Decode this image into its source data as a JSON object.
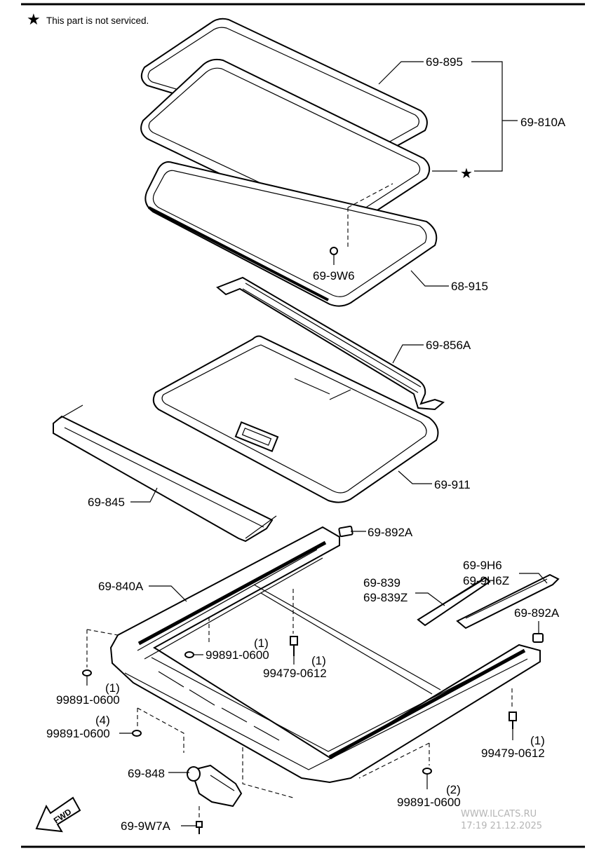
{
  "note": {
    "symbol": "★",
    "text": "This part is not serviced."
  },
  "labels": {
    "l_69_895": "69-895",
    "l_69_810A": "69-810A",
    "l_69_9W6": "69-9W6",
    "l_68_915": "68-915",
    "l_69_856A": "69-856A",
    "l_69_911": "69-911",
    "l_69_845": "69-845",
    "l_69_892A_top": "69-892A",
    "l_69_9H6": "69-9H6",
    "l_69_9H6Z": "69-9H6Z",
    "l_69_840A": "69-840A",
    "l_69_839": "69-839",
    "l_69_839Z": "69-839Z",
    "l_69_892A_right": "69-892A",
    "l_99891_0600_center": "99891-0600",
    "q_99891_0600_center": "(1)",
    "l_99479_0612_center": "99479-0612",
    "q_99479_0612_center": "(1)",
    "l_99891_0600_left": "99891-0600",
    "q_99891_0600_left": "(1)",
    "l_99891_0600_left4": "99891-0600",
    "q_99891_0600_left4": "(4)",
    "l_99479_0612_right": "99479-0612",
    "q_99479_0612_right": "(1)",
    "l_69_848": "69-848",
    "l_99891_0600_bottom": "99891-0600",
    "q_99891_0600_bottom": "(2)",
    "l_69_9W7A": "69-9W7A"
  },
  "fwd_label": "FWD",
  "watermark": {
    "site": "WWW.ILCATS.RU",
    "datetime": "17:19 21.12.2025"
  },
  "colors": {
    "line": "#000000",
    "background": "#ffffff",
    "watermark": "#b5b5b5"
  }
}
